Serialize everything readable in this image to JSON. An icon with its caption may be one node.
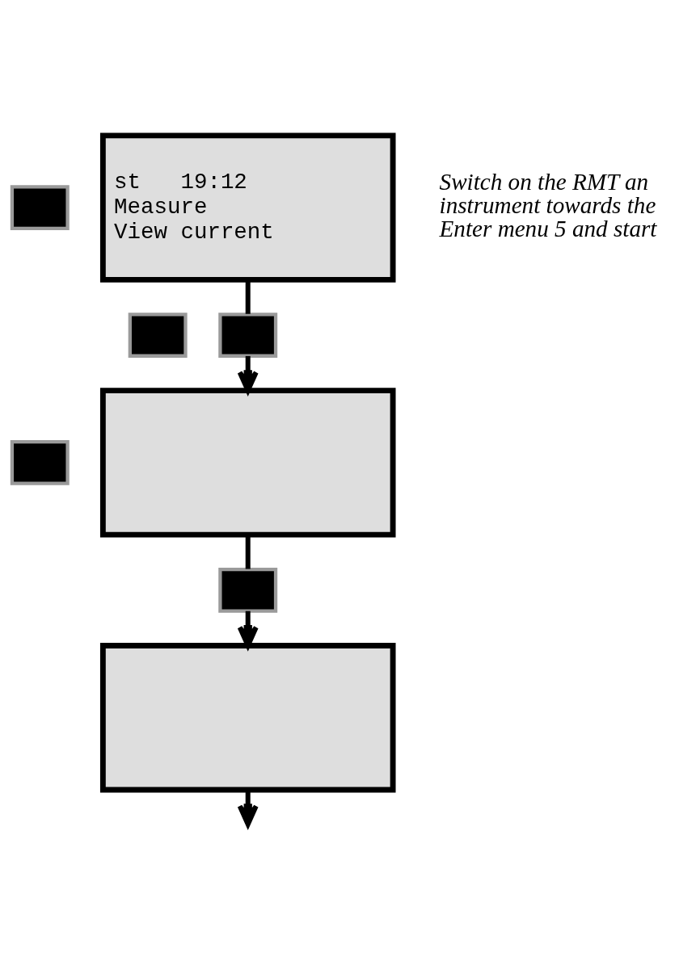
{
  "diagram": {
    "nodes": [
      {
        "text": [],
        "shape": "box"
      },
      {
        "text": [],
        "shape": "box"
      },
      {
        "text": [],
        "shape": "box"
      },
      {
        "text": [
          "st   19:12",
          "Measure",
          "View current"
        ],
        "beside": [
          "Switch on the RMT an instrument towards the Enter menu 5 and start"
        ]
      },
      {
        "text": [],
        "shape": "box"
      },
      {
        "text": [],
        "shape": "box"
      },
      {
        "text": [],
        "shape": "box"
      },
      {
        "text": [],
        "shape": "box"
      }
    ],
    "edges": [
      {
        "from": 3,
        "to": 4,
        "arrow": "none"
      },
      {
        "from": 4,
        "to": 5,
        "arrow": "to"
      },
      {
        "from": 5,
        "to": 6,
        "arrow": "none"
      },
      {
        "from": 6,
        "to": 7,
        "arrow": "to"
      },
      {
        "from": 7,
        "to": null,
        "arrow": "to"
      }
    ]
  }
}
